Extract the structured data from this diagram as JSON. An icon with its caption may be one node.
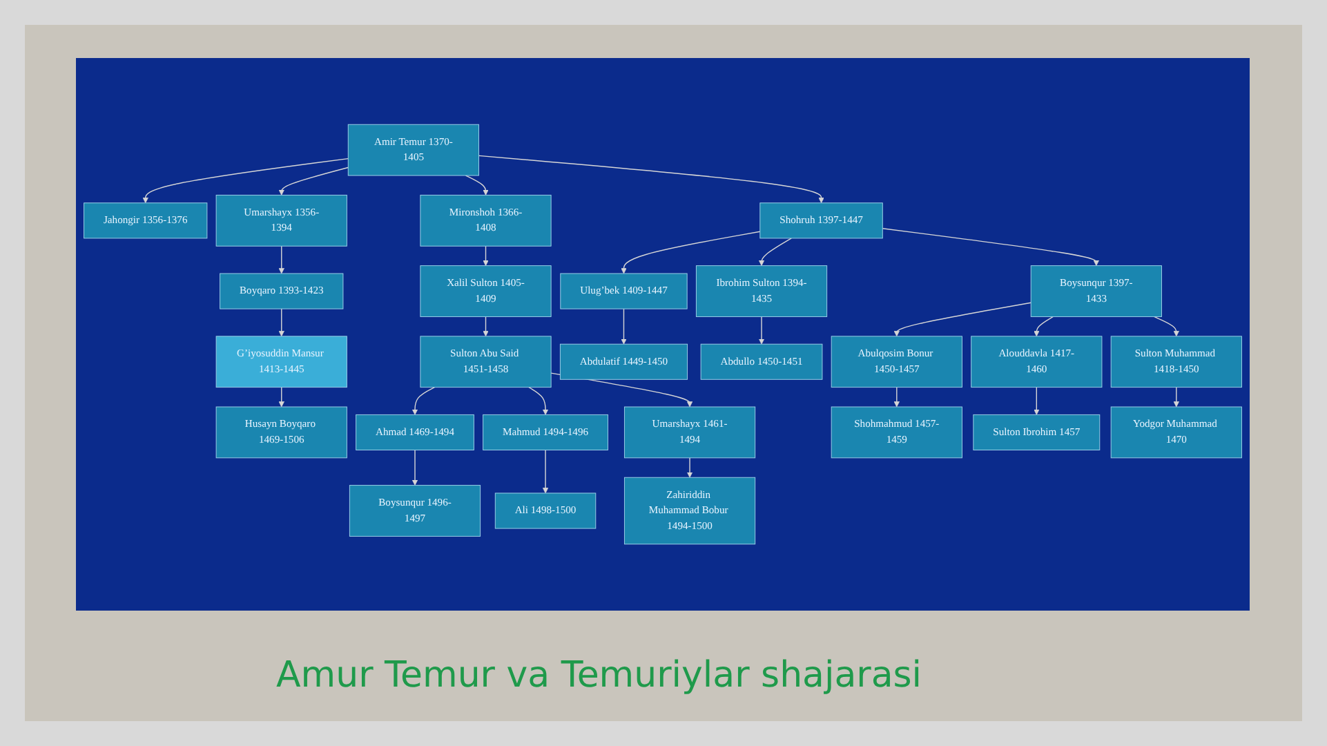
{
  "diagram": {
    "caption": "Amur Temur va Temuriylar shajarasi",
    "nodes": [
      {
        "text": [
          "Amir Temur 1370-1405"
        ]
      },
      {
        "text": [
          "Jahongir 1356-1376"
        ]
      },
      {
        "text": [
          "Shohruh 1397-1447"
        ]
      },
      {
        "text": [
          "Umarshayx 1356-1394"
        ]
      },
      {
        "text": [
          "Mironshoh 1366-1408"
        ]
      },
      {
        "text": [
          "Ulug’bek 1409-1447"
        ]
      },
      {
        "text": [
          "Ibrohim Sulton 1394-1435"
        ]
      },
      {
        "text": [
          "Boysunqur 1397-1433"
        ]
      },
      {
        "text": [
          "Boyqaro 1393-1423"
        ]
      },
      {
        "text": [
          "Xalil Sulton 1405-1409"
        ]
      },
      {
        "text": [
          "Abdulatif 1449-1450"
        ]
      },
      {
        "text": [
          "Abdullo 1450-1451"
        ]
      },
      {
        "text": [
          "Abulqosim Bonur 1450-1457"
        ]
      },
      {
        "text": [
          "G’iyosuddin Mansur 1413-1445"
        ]
      },
      {
        "text": [
          "Alouddavla 1417-1460"
        ]
      },
      {
        "text": [
          "Sulton Muhammad 1418-1450"
        ]
      },
      {
        "text": [
          "Sulton Abu Said 1451-1458"
        ]
      },
      {
        "text": [
          "Husayn Boyqaro 1469-1506"
        ]
      },
      {
        "text": [
          "Sulton Ibrohim 1457"
        ]
      },
      {
        "text": [
          "Yodgor Muhammad 1470"
        ]
      },
      {
        "text": [
          "Shohmahmud 1457-1459"
        ]
      },
      {
        "text": [
          "Ahmad 1469-1494"
        ]
      },
      {
        "text": [
          "Mahmud 1494-1496"
        ]
      },
      {
        "text": [
          "Umarshayx 1461-1494"
        ]
      },
      {
        "text": [
          "Boysunqur 1496-1497"
        ]
      },
      {
        "text": [
          "Ali 1498-1500"
        ]
      },
      {
        "text": [
          "Zahiriddin Muhammad Bobur 1494-1500"
        ]
      }
    ],
    "edges": [
      {
        "from": 0,
        "to": 1,
        "arrow": "to"
      },
      {
        "from": 0,
        "to": 3,
        "arrow": "to"
      },
      {
        "from": 0,
        "to": 4,
        "arrow": "to"
      },
      {
        "from": 0,
        "to": 2,
        "arrow": "to"
      },
      {
        "from": 2,
        "to": 5,
        "arrow": "to"
      },
      {
        "from": 2,
        "to": 6,
        "arrow": "to"
      },
      {
        "from": 2,
        "to": 7,
        "arrow": "to"
      },
      {
        "from": 3,
        "to": 8,
        "arrow": "to"
      },
      {
        "from": 4,
        "to": 9,
        "arrow": "to"
      },
      {
        "from": 5,
        "to": 10,
        "arrow": "to"
      },
      {
        "from": 6,
        "to": 11,
        "arrow": "to"
      },
      {
        "from": 7,
        "to": 12,
        "arrow": "to"
      },
      {
        "from": 8,
        "to": 13,
        "arrow": "to"
      },
      {
        "from": 7,
        "to": 14,
        "arrow": "to"
      },
      {
        "from": 7,
        "to": 15,
        "arrow": "to"
      },
      {
        "from": 9,
        "to": 16,
        "arrow": "to"
      },
      {
        "from": 13,
        "to": 17,
        "arrow": "to"
      },
      {
        "from": 14,
        "to": 18,
        "arrow": "to"
      },
      {
        "from": 15,
        "to": 19,
        "arrow": "to"
      },
      {
        "from": 12,
        "to": 20,
        "arrow": "to"
      },
      {
        "from": 16,
        "to": 21,
        "arrow": "to"
      },
      {
        "from": 16,
        "to": 22,
        "arrow": "to"
      },
      {
        "from": 16,
        "to": 23,
        "arrow": "to"
      },
      {
        "from": 21,
        "to": 24,
        "arrow": "to"
      },
      {
        "from": 22,
        "to": 25,
        "arrow": "to"
      },
      {
        "from": 23,
        "to": 26,
        "arrow": "to"
      }
    ]
  }
}
